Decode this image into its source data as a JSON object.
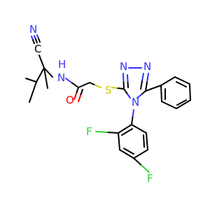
{
  "molecule": {
    "atoms": {
      "n_nitrile": "N",
      "c_nitrile": "C",
      "n_amide": "N",
      "h_amide": "H",
      "o_carbonyl": "O",
      "s_thioether": "S",
      "n_triazole_top_left": "N",
      "n_triazole_top_right": "N",
      "n_triazole_bottom": "N",
      "f_ortho": "F",
      "f_para": "F"
    },
    "colors": {
      "carbon_bond": "#000000",
      "nitrogen": "#3333ff",
      "oxygen": "#ff0000",
      "sulfur": "#cccc00",
      "fluorine": "#33cc33"
    }
  }
}
